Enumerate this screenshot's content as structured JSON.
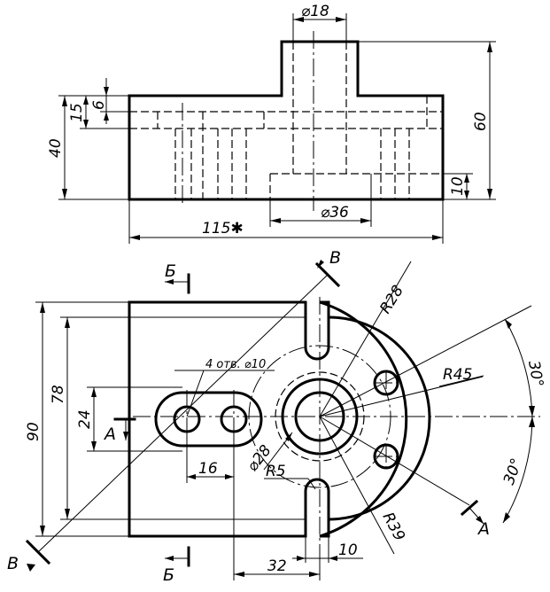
{
  "dimensions": {
    "d18": "⌀18",
    "d36": "⌀36",
    "h60": "60",
    "h40": "40",
    "h15": "15",
    "h6": "6",
    "h10": "10",
    "w115": "115✱",
    "v78": "78",
    "v90": "90",
    "v24": "24",
    "holes": "4 отв. ⌀10",
    "d28": "⌀28",
    "r5": "R5",
    "r28": "R28",
    "r45": "R45",
    "r39": "R39",
    "w16": "16",
    "w32": "32",
    "w10": "10",
    "ang1": "30°",
    "ang2": "30°"
  },
  "section_labels": {
    "b_top": "Б",
    "b_bottom": "Б",
    "v_top": "В",
    "v_bottom": "В",
    "a_left": "А",
    "a_right": "А"
  }
}
